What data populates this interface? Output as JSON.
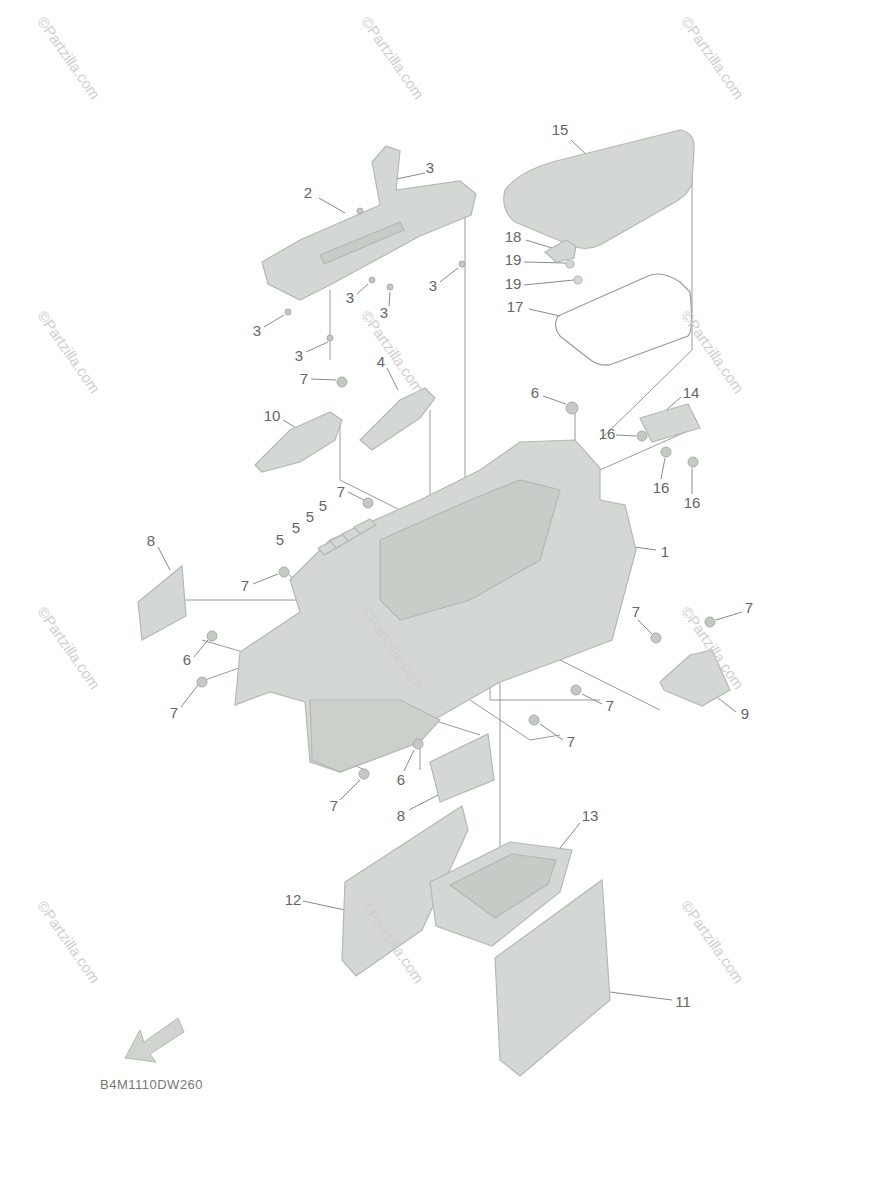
{
  "diagram": {
    "labels": [
      "15",
      "3",
      "2",
      "18",
      "19",
      "19",
      "17",
      "3",
      "3",
      "3",
      "3",
      "3",
      "7",
      "4",
      "10",
      "6",
      "14",
      "16",
      "16",
      "16",
      "7",
      "5",
      "5",
      "5",
      "5",
      "8",
      "1",
      "7",
      "7",
      "7",
      "6",
      "7",
      "9",
      "7",
      "7",
      "6",
      "7",
      "8",
      "13",
      "12",
      "11",
      "B4M1110DW260",
      "©Partzilla.com",
      "©Partzilla.com",
      "©Partzilla.com",
      "©Partzilla.com",
      "©Partzilla.com",
      "©Partzilla.com",
      "©Partzilla.com",
      "©Partzilla.com",
      "©Partzilla.com",
      "©Partzilla.com",
      "©Partzilla.com",
      "©Partzilla.com"
    ]
  }
}
